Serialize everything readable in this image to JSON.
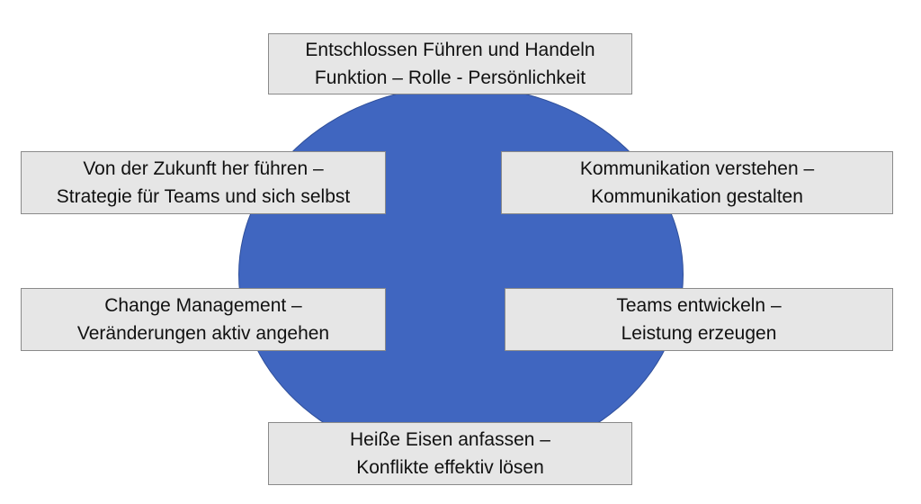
{
  "colors": {
    "circle": "#4066c0",
    "box_fill": "#e6e6e6",
    "box_border": "#8a8a8a",
    "text": "#111111"
  },
  "boxes": {
    "top": {
      "line1": "Entschlossen Führen und Handeln",
      "line2": "Funktion – Rolle - Persönlichkeit"
    },
    "upper_left": {
      "line1": "Von der Zukunft her führen –",
      "line2": "Strategie für Teams und sich selbst"
    },
    "upper_right": {
      "line1": "Kommunikation verstehen –",
      "line2": "Kommunikation gestalten"
    },
    "lower_left": {
      "line1": "Change Management –",
      "line2": "Veränderungen aktiv angehen"
    },
    "lower_right": {
      "line1": "Teams entwickeln –",
      "line2": "Leistung erzeugen"
    },
    "bottom": {
      "line1": "Heiße Eisen anfassen –",
      "line2": "Konflikte effektiv lösen"
    }
  }
}
